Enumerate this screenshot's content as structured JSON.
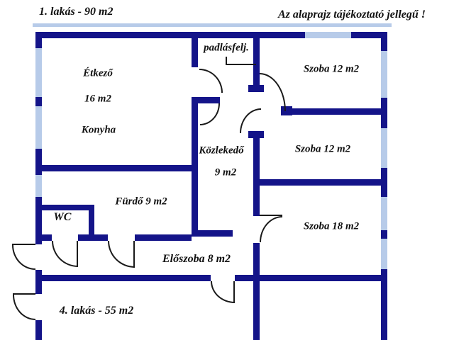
{
  "title": "1. lakás - 90 m2",
  "note": "Az alaprajz tájékoztató jellegű !",
  "colors": {
    "wall": "#141489",
    "window": "#b7cbe9",
    "door_line": "#1a1a1a",
    "text": "#111111",
    "background": "#ffffff"
  },
  "rooms": {
    "etkezo": {
      "label": "Étkező",
      "area": "16 m2",
      "sublabel": "Konyha"
    },
    "padlasfelj": {
      "label": "padlásfelj."
    },
    "szoba12a": {
      "label": "Szoba 12 m2"
    },
    "szoba12b": {
      "label": "Szoba 12 m2"
    },
    "kozlekedo": {
      "label": "Közlekedő",
      "area": "9 m2"
    },
    "furdo": {
      "label": "Fürdő 9 m2"
    },
    "wc": {
      "label": "WC"
    },
    "szoba18": {
      "label": "Szoba 18 m2"
    },
    "eloszoba": {
      "label": "Előszoba 8 m2"
    },
    "lakas4": {
      "label": "4. lakás - 55 m2"
    }
  }
}
